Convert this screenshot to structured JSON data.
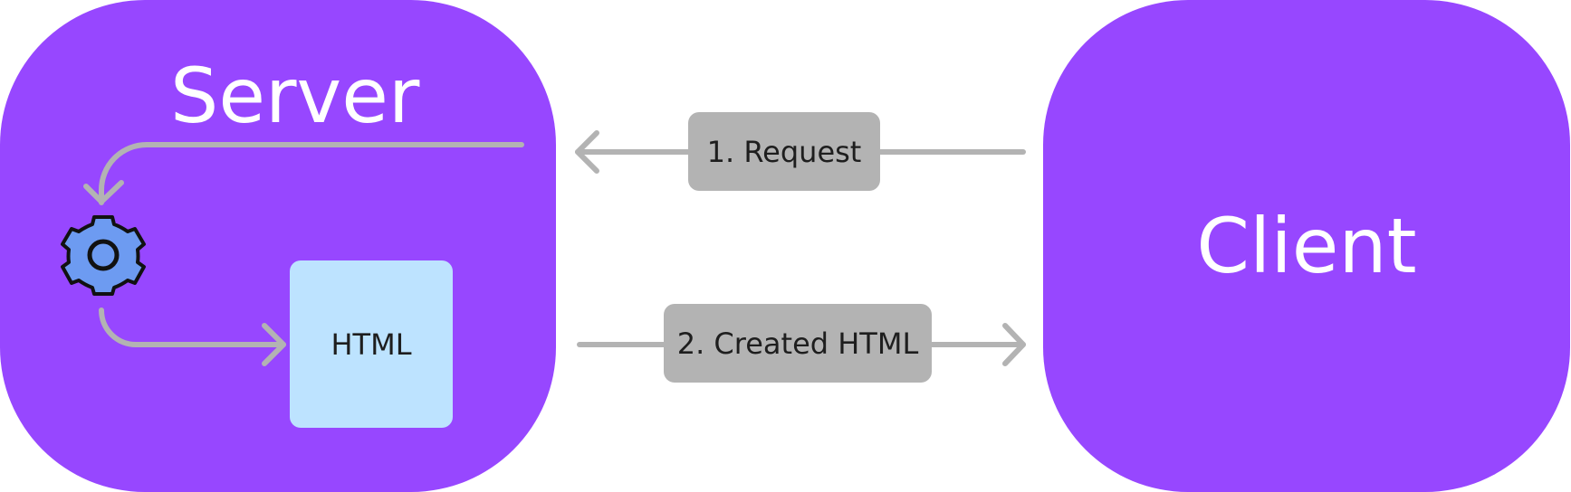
{
  "server": {
    "title": "Server"
  },
  "client": {
    "title": "Client"
  },
  "document": {
    "label": "HTML"
  },
  "messages": {
    "request": "1. Request",
    "response": "2. Created HTML"
  },
  "colors": {
    "panel": "#9747ff",
    "arrow": "#b3b3b3",
    "message_box": "#b3b3b3",
    "document": "#bde3ff",
    "gear": "#6d9bf1"
  },
  "icons": {
    "process": "gear-icon"
  }
}
